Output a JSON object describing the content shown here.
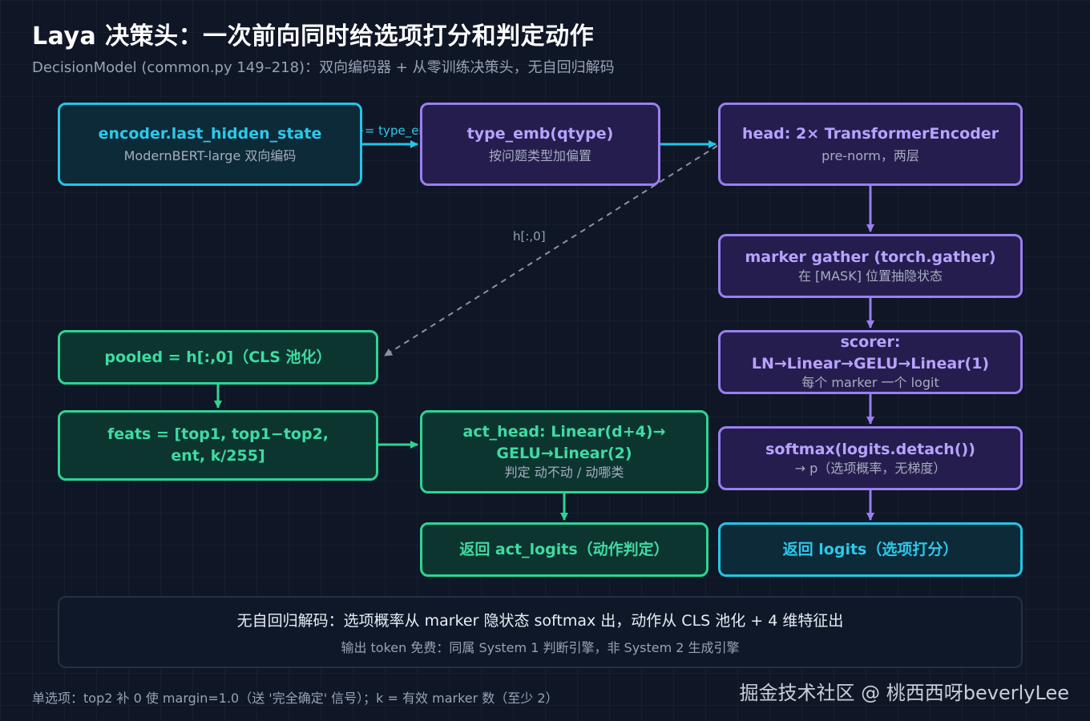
{
  "title": "Laya 决策头：一次前向同时给选项打分和判定动作",
  "subtitle": "DecisionModel (common.py 149–218)：双向编码器 + 从零训练决策头，无自回归解码",
  "colors": {
    "cyan": "#22c6e6",
    "purple": "#9a7ff0",
    "green": "#2ed493",
    "dashed_edge": "#8b93a3"
  },
  "nodes": {
    "encoder": {
      "line1": "encoder.last_hidden_state",
      "line2": "ModernBERT-large 双向编码"
    },
    "type_emb": {
      "line1": "type_emb(qtype)",
      "line2": "按问题类型加偏置"
    },
    "head": {
      "line1": "head: 2× TransformerEncoder",
      "line2": "pre-norm，两层"
    },
    "marker_gather": {
      "line1": "marker gather (torch.gather)",
      "line2": "在 [MASK] 位置抽隐状态"
    },
    "scorer": {
      "line1": "scorer: LN→Linear→GELU→Linear(1)",
      "line2": "每个 marker 一个 logit"
    },
    "softmax": {
      "line1": "softmax(logits.detach())",
      "line2": "→ p（选项概率，无梯度）"
    },
    "return_logits": {
      "line1": "返回 logits（选项打分）"
    },
    "pooled": {
      "line1": "pooled = h[:,0]（CLS 池化）"
    },
    "feats": {
      "line1": "feats = [top1, top1−top2,",
      "line1b": "ent, k/255]"
    },
    "act_head": {
      "line1": "act_head: Linear(d+4)→",
      "line1b": "GELU→Linear(2)",
      "line2": "判定 动不动 / 动哪类"
    },
    "return_act": {
      "line1": "返回 act_logits（动作判定）"
    }
  },
  "edge_labels": {
    "encoder_to_type": "h += type_emb",
    "head_to_pooled": "h[:,0]"
  },
  "note": {
    "line1": "无自回归解码：选项概率从 marker 隐状态 softmax 出，动作从 CLS 池化 + 4 维特征出",
    "line2": "输出 token 免费：同属 System 1 判断引擎，非 System 2 生成引擎"
  },
  "footnote": "单选项：top2 补 0 使 margin=1.0（送 '完全确定' 信号）；k = 有效 marker 数（至少 2）",
  "watermark": "掘金技术社区 @ 桃西西呀beverlyLee"
}
